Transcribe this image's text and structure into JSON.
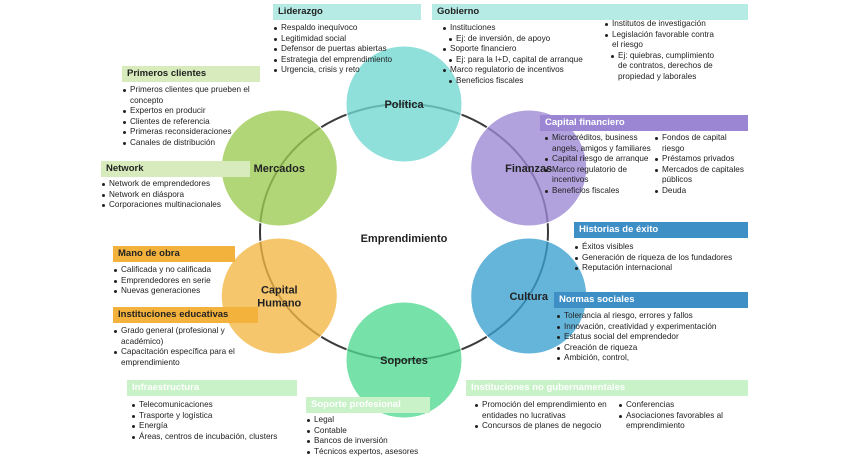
{
  "center": {
    "label": "Emprendimiento",
    "circles": [
      {
        "label": "Política",
        "color": "#6fd6d0"
      },
      {
        "label": "Finanzas",
        "color": "#9b86d3"
      },
      {
        "label": "Cultura",
        "color": "#3aa0cf"
      },
      {
        "label": "Soportes",
        "color": "#4fd890"
      },
      {
        "label": "Capital Humano",
        "color": "#f4b642"
      },
      {
        "label": "Mercados",
        "color": "#9bcb52"
      }
    ]
  },
  "boxes": {
    "liderazgo": {
      "title": "Liderazgo",
      "color": "#b6ebe5",
      "items": [
        "Respaldo inequívoco",
        "Legitimidad social",
        "Defensor de puertas abiertas",
        "Estrategia del emprendimiento",
        "Urgencia, crisis y reto"
      ]
    },
    "gobierno": {
      "title": "Gobierno",
      "color": "#b6ebe5",
      "left_items": [
        "Instituciones",
        "Ej: de inversión, de apoyo",
        "Soporte financiero",
        "Ej: para la I+D, capital de arranque",
        "Marco regulatorio de incentivos",
        "Beneficios fiscales"
      ],
      "right_items": [
        "Institutos de investigación",
        "Legislación favorable contra el riesgo",
        "Ej: quiebras, cumplimiento de contratos, derechos de propiedad y laborales"
      ]
    },
    "primeros_clientes": {
      "title": "Primeros clientes",
      "color": "#d8ebbd",
      "items": [
        "Primeros clientes que prueben el concepto",
        "Expertos en producir",
        "Clientes de referencia",
        "Primeras reconsideraciones",
        "Canales de distribución"
      ]
    },
    "network": {
      "title": "Network",
      "color": "#d8ebbd",
      "items": [
        "Network de emprendedores",
        "Network en diáspora",
        "Corporaciones multinacionales"
      ]
    },
    "capital_financiero": {
      "title": "Capital financiero",
      "color": "#9b86d3",
      "left_items": [
        "Microcréditos, business angels, amigos y familiares",
        "Capital riesgo de arranque",
        "Marco regulatorio de incentivos",
        "Beneficios fiscales"
      ],
      "right_items": [
        "Fondos de capital riesgo",
        "Préstamos privados",
        "Mercados de capitales públicos",
        "Deuda"
      ]
    },
    "historias_exito": {
      "title": "Historias de éxito",
      "color": "#3f8fc7",
      "items": [
        "Éxitos visibles",
        "Generación de riqueza de los fundadores",
        "Reputación internacional"
      ]
    },
    "normas_sociales": {
      "title": "Normas sociales",
      "color": "#3f8fc7",
      "items": [
        "Tolerancia al riesgo, errores y fallos",
        "Innovación, creatividad y experimentación",
        "Estatus social del emprendedor",
        "Creación de riqueza",
        "Ambición, control,"
      ]
    },
    "mano_obra": {
      "title": "Mano de obra",
      "color": "#f3b23c",
      "items": [
        "Calificada y no calificada",
        "Emprendedores en serie",
        "Nuevas generaciones"
      ]
    },
    "instituciones_educativas": {
      "title": "Instituciones educativas",
      "color": "#f3b23c",
      "items": [
        "Grado general (profesional y académico)",
        "Capacitación específica para el emprendimiento"
      ]
    },
    "infraestructura": {
      "title": "Infraestructura",
      "color": "#c9f2c9",
      "items": [
        "Telecomunicaciones",
        "Trasporte y logística",
        "Energía",
        "Áreas, centros de incubación, clusters"
      ]
    },
    "soporte_profesional": {
      "title": "Soporte profesional",
      "color": "#c9f2c9",
      "items": [
        "Legal",
        "Contable",
        "Bancos de inversión",
        "Técnicos expertos, asesores"
      ]
    },
    "ong": {
      "title": "Instituciones no gubernamentales",
      "color": "#c9f2c9",
      "left_items": [
        "Promoción del emprendimiento en entidades no lucrativas",
        "Concursos de planes de negocio"
      ],
      "right_items": [
        "Conferencias",
        "Asociaciones favorables al emprendimiento"
      ]
    }
  }
}
